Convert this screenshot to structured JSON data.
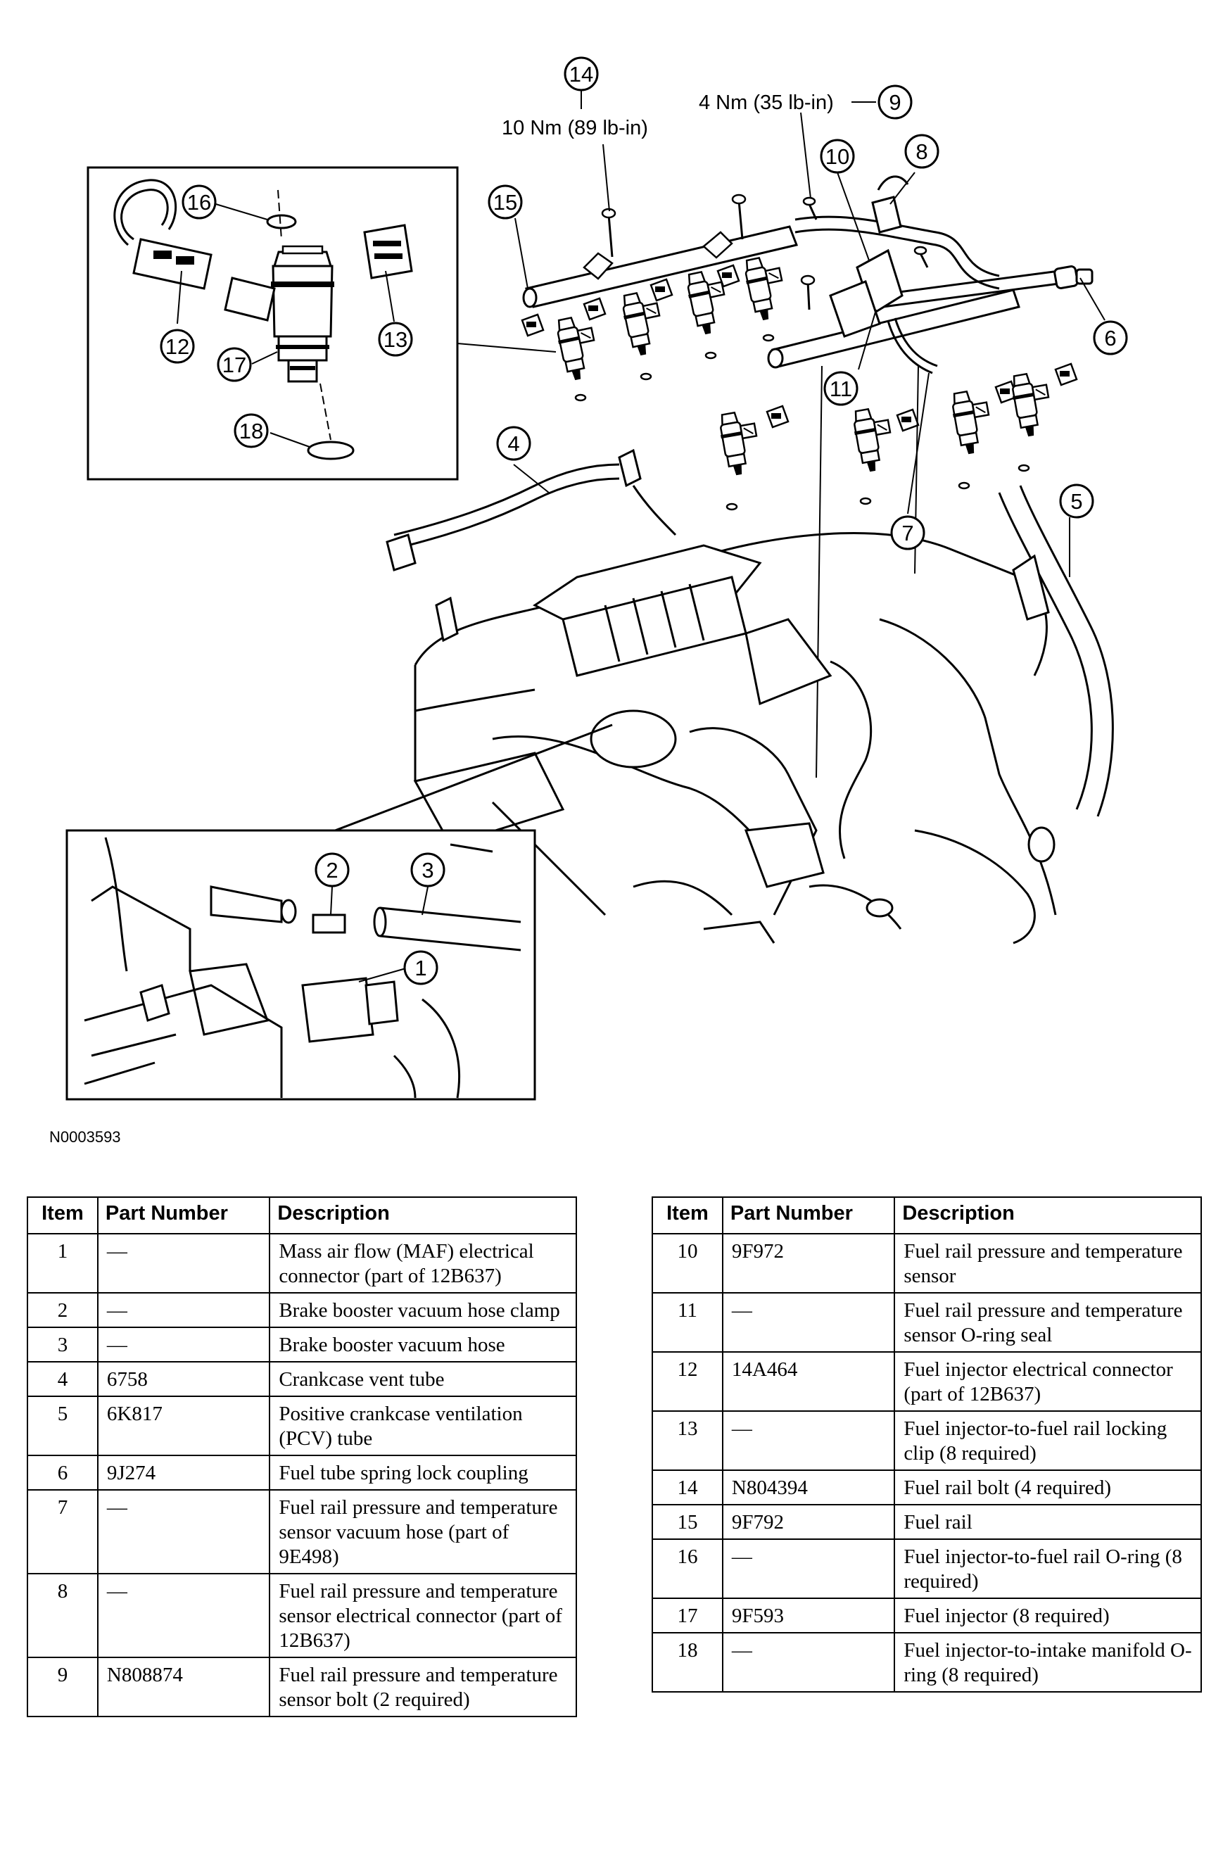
{
  "figure_id": "N0003593",
  "torque_specs": {
    "item_14": "10 Nm (89 lb-in)",
    "item_9": "4 Nm (35 lb-in)"
  },
  "callouts": [
    "1",
    "2",
    "3",
    "4",
    "5",
    "6",
    "7",
    "8",
    "9",
    "10",
    "11",
    "12",
    "13",
    "14",
    "15",
    "16",
    "17",
    "18"
  ],
  "table_headers": {
    "item": "Item",
    "part_number": "Part Number",
    "description": "Description"
  },
  "left_table": [
    {
      "item": "1",
      "part_number": "—",
      "description": "Mass air flow (MAF) electrical connector (part of 12B637)"
    },
    {
      "item": "2",
      "part_number": "—",
      "description": "Brake booster vacuum hose clamp"
    },
    {
      "item": "3",
      "part_number": "—",
      "description": "Brake booster vacuum hose"
    },
    {
      "item": "4",
      "part_number": "6758",
      "description": "Crankcase vent tube"
    },
    {
      "item": "5",
      "part_number": "6K817",
      "description": "Positive crankcase ventilation (PCV) tube"
    },
    {
      "item": "6",
      "part_number": "9J274",
      "description": "Fuel tube spring lock coupling"
    },
    {
      "item": "7",
      "part_number": "—",
      "description": "Fuel rail pressure and temperature sensor vacuum hose (part of 9E498)"
    },
    {
      "item": "8",
      "part_number": "—",
      "description": "Fuel rail pressure and temperature sensor electrical connector (part of 12B637)"
    },
    {
      "item": "9",
      "part_number": "N808874",
      "description": "Fuel rail pressure and temperature sensor bolt (2 required)"
    }
  ],
  "right_table": [
    {
      "item": "10",
      "part_number": "9F972",
      "description": "Fuel rail pressure and temperature sensor"
    },
    {
      "item": "11",
      "part_number": "—",
      "description": "Fuel rail pressure and temperature sensor O-ring seal"
    },
    {
      "item": "12",
      "part_number": "14A464",
      "description": "Fuel injector electrical connector (part of 12B637)"
    },
    {
      "item": "13",
      "part_number": "—",
      "description": "Fuel injector-to-fuel rail locking clip (8 required)"
    },
    {
      "item": "14",
      "part_number": "N804394",
      "description": "Fuel rail bolt (4 required)"
    },
    {
      "item": "15",
      "part_number": "9F792",
      "description": "Fuel rail"
    },
    {
      "item": "16",
      "part_number": "—",
      "description": "Fuel injector-to-fuel rail O-ring (8 required)"
    },
    {
      "item": "17",
      "part_number": "9F593",
      "description": "Fuel injector (8 required)"
    },
    {
      "item": "18",
      "part_number": "—",
      "description": "Fuel injector-to-intake manifold O-ring (8 required)"
    }
  ]
}
